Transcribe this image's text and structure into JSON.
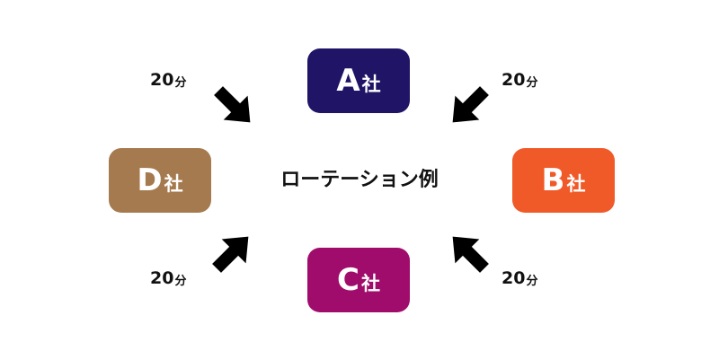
{
  "title": "ローテーション例",
  "nodes": [
    {
      "letter": "A",
      "suffix": "社",
      "color": "#1f1466"
    },
    {
      "letter": "B",
      "suffix": "社",
      "color": "#f05a28"
    },
    {
      "letter": "C",
      "suffix": "社",
      "color": "#a00c6b"
    },
    {
      "letter": "D",
      "suffix": "社",
      "color": "#a57a4e"
    }
  ],
  "durations": [
    {
      "num": "20",
      "unit": "分"
    },
    {
      "num": "20",
      "unit": "分"
    },
    {
      "num": "20",
      "unit": "分"
    },
    {
      "num": "20",
      "unit": "分"
    }
  ],
  "arrow_color": "#000000",
  "icons": [
    "arrow-a-to-b-icon",
    "arrow-b-to-c-icon",
    "arrow-c-to-d-icon",
    "arrow-d-to-a-icon"
  ]
}
